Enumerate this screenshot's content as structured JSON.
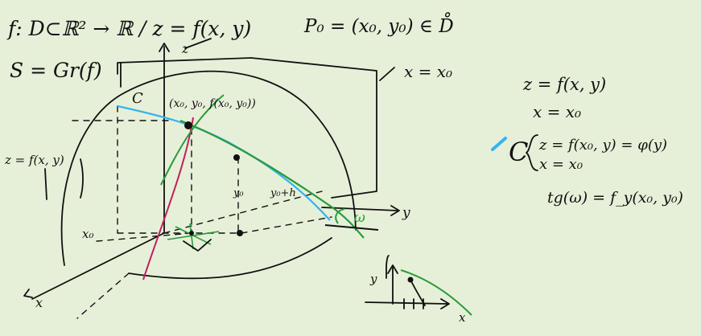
{
  "header": {
    "function_def": "f: D⊂ℝ² → ℝ  /  z = f(x, y)",
    "point_def": "P₀ = (x₀, y₀) ∈ D̊",
    "surface_def": "S = Gr(f)"
  },
  "graph_labels": {
    "z_axis": "z",
    "surface_eq": "z = f(x, y)",
    "curve_name": "C",
    "point_label": "(x₀, y₀, f(x₀, y₀))",
    "plane_eq": "x = x₀",
    "x0_tick": "x₀",
    "y0_tick": "y₀",
    "y0_plus_h": "y₀+h",
    "y_axis": "y",
    "x_axis": "x",
    "omega": "ω"
  },
  "equations": {
    "surface": "z = f(x, y)",
    "plane": "x = x₀",
    "system_name": "C",
    "system_line1": "z = f(x₀, y) = φ(y)",
    "system_line2": "x = x₀",
    "tangent": "tg(ω) = f_y(x₀, y₀)"
  },
  "inset": {
    "y_label": "y",
    "x_label": "x"
  },
  "colors": {
    "background": "#e6f0d8",
    "ink": "#111111",
    "curve_blue": "#36b3f0",
    "tangent_green": "#2a9a3a",
    "red_curve": "#c21f5a"
  }
}
